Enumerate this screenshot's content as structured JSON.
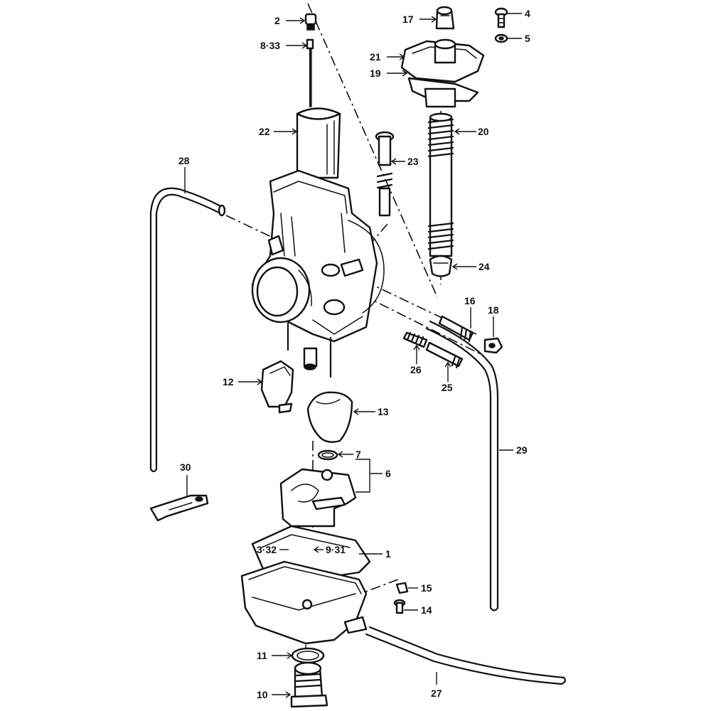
{
  "callouts": [
    {
      "id": "2",
      "text": "2"
    },
    {
      "id": "8-33",
      "text": "8·33"
    },
    {
      "id": "22",
      "text": "22"
    },
    {
      "id": "28",
      "text": "28"
    },
    {
      "id": "17",
      "text": "17"
    },
    {
      "id": "4",
      "text": "4"
    },
    {
      "id": "5",
      "text": "5"
    },
    {
      "id": "21",
      "text": "21"
    },
    {
      "id": "19",
      "text": "19"
    },
    {
      "id": "20",
      "text": "20"
    },
    {
      "id": "23",
      "text": "23"
    },
    {
      "id": "24",
      "text": "24"
    },
    {
      "id": "16",
      "text": "16"
    },
    {
      "id": "18",
      "text": "18"
    },
    {
      "id": "26",
      "text": "26"
    },
    {
      "id": "25",
      "text": "25"
    },
    {
      "id": "12",
      "text": "12"
    },
    {
      "id": "13",
      "text": "13"
    },
    {
      "id": "29",
      "text": "29"
    },
    {
      "id": "7",
      "text": "7"
    },
    {
      "id": "6",
      "text": "6"
    },
    {
      "id": "30",
      "text": "30"
    },
    {
      "id": "3-32",
      "text": "3·32"
    },
    {
      "id": "9-31",
      "text": "9·31"
    },
    {
      "id": "1",
      "text": "1"
    },
    {
      "id": "15",
      "text": "15"
    },
    {
      "id": "14",
      "text": "14"
    },
    {
      "id": "11",
      "text": "11"
    },
    {
      "id": "10",
      "text": "10"
    },
    {
      "id": "27",
      "text": "27"
    }
  ]
}
